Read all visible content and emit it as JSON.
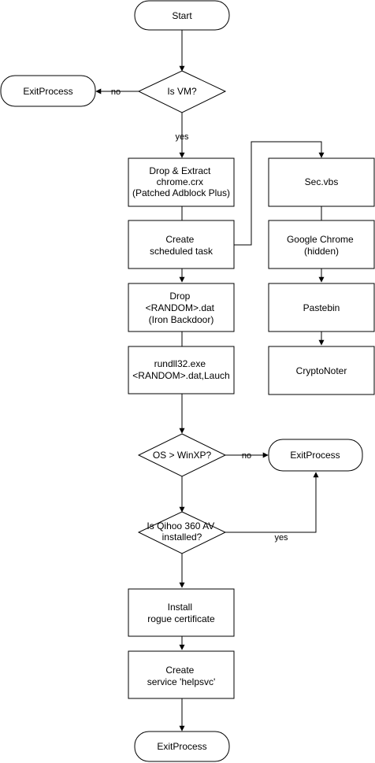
{
  "nodes": {
    "start": "Start",
    "exit_vm": "ExitProcess",
    "is_vm": "Is VM?",
    "drop_extract": [
      "Drop & Extract",
      "chrome.crx",
      "(Patched Adblock Plus)"
    ],
    "create_task": [
      "Create",
      "scheduled task"
    ],
    "drop_dat": [
      "Drop",
      "<RANDOM>.dat",
      "(Iron Backdoor)"
    ],
    "rundll": [
      "rundll32.exe",
      "<RANDOM>.dat,Lauch"
    ],
    "os_check": "OS > WinXP?",
    "exit_os": "ExitProcess",
    "qihoo_check": [
      "Is Qihoo 360 AV",
      "installed?"
    ],
    "install_cert": [
      "Install",
      "rogue certificate"
    ],
    "create_service": [
      "Create",
      "service 'helpsvc'"
    ],
    "exit_final": "ExitProcess",
    "sec_vbs": "Sec.vbs",
    "chrome": [
      "Google Chrome",
      "(hidden)"
    ],
    "pastebin": "Pastebin",
    "cryptonoter": "CryptoNoter"
  },
  "edges": {
    "vm_no": "no",
    "vm_yes": "yes",
    "os_no": "no",
    "qihoo_yes": "yes"
  }
}
